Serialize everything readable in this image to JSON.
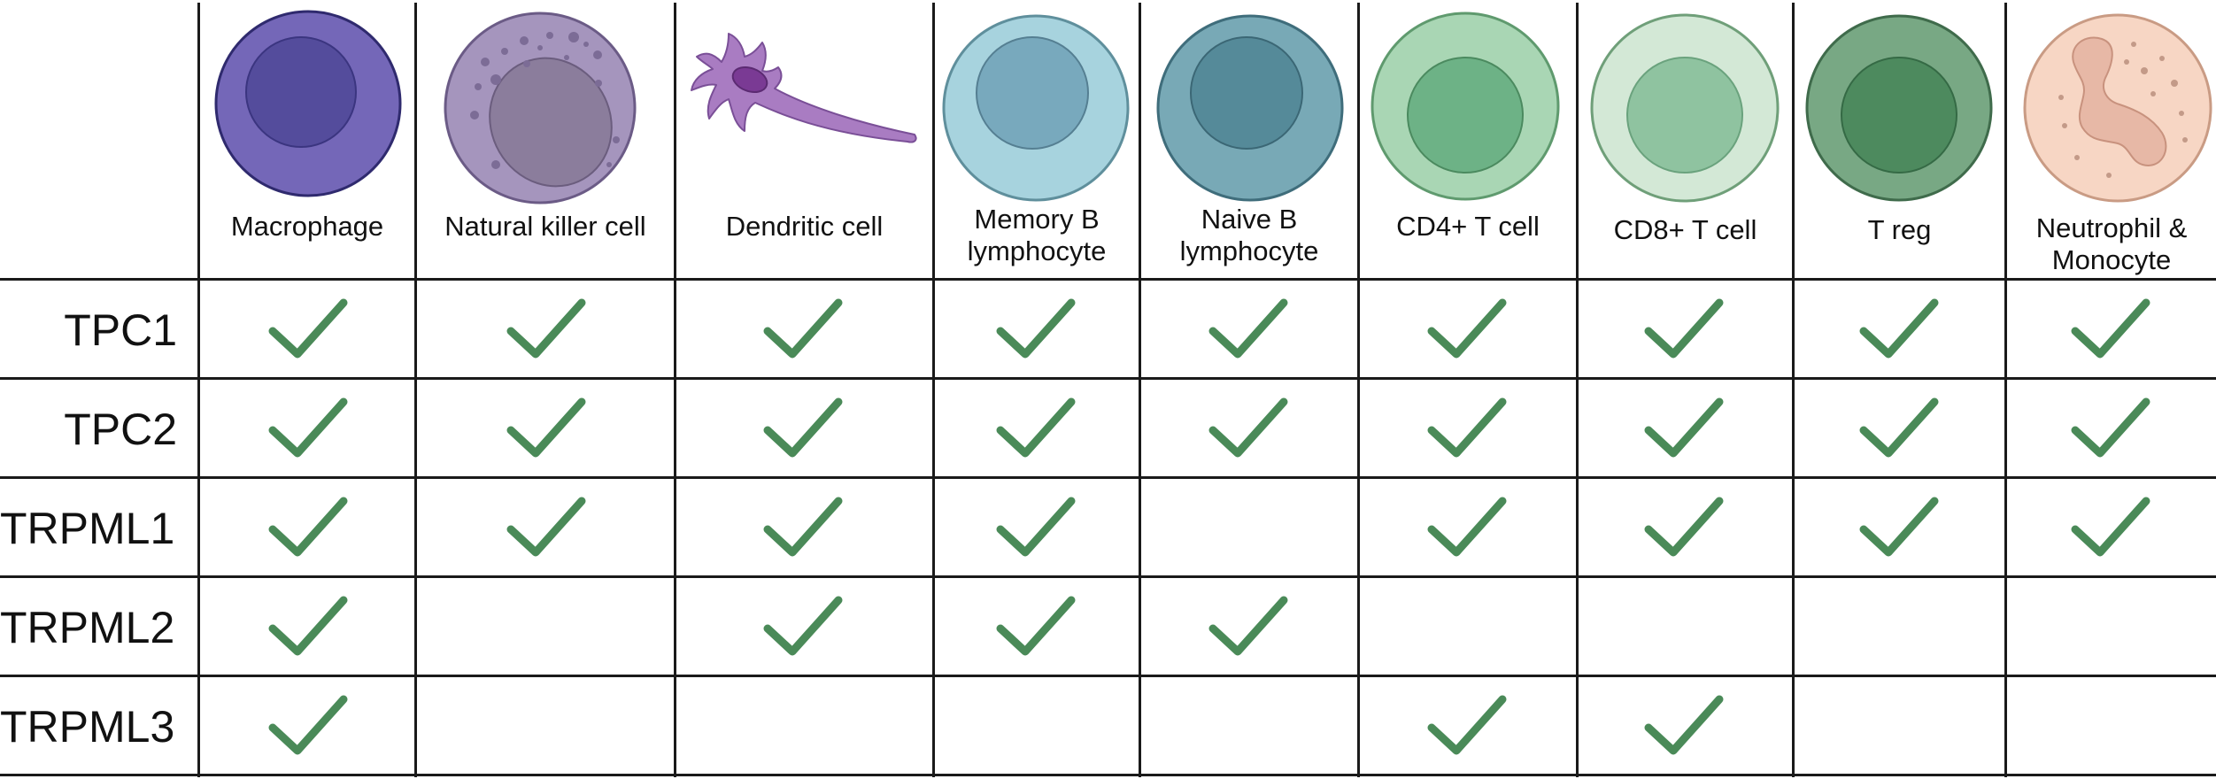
{
  "table": {
    "columns": [
      "Macrophage",
      "Natural killer cell",
      "Dendritic cell",
      "Memory B lymphocyte",
      "Naive B lymphocyte",
      "CD4+ T cell",
      "CD8+ T cell",
      "T reg",
      "Neutrophil & Monocyte"
    ],
    "column_label_lines": [
      [
        "Macrophage"
      ],
      [
        "Natural killer cell"
      ],
      [
        "Dendritic cell"
      ],
      [
        "Memory B",
        "lymphocyte"
      ],
      [
        "Naive B",
        "lymphocyte"
      ],
      [
        "CD4+ T cell"
      ],
      [
        "CD8+ T cell"
      ],
      [
        "T reg"
      ],
      [
        "Neutrophil &",
        "Monocyte"
      ]
    ],
    "rows": [
      {
        "label": "TPC1",
        "expressed": [
          true,
          true,
          true,
          true,
          true,
          true,
          true,
          true,
          true
        ]
      },
      {
        "label": "TPC2",
        "expressed": [
          true,
          true,
          true,
          true,
          true,
          true,
          true,
          true,
          true
        ]
      },
      {
        "label": "TRPML1",
        "expressed": [
          true,
          true,
          true,
          true,
          false,
          true,
          true,
          true,
          true
        ]
      },
      {
        "label": "TRPML2",
        "expressed": [
          true,
          false,
          true,
          true,
          true,
          false,
          false,
          false,
          false
        ]
      },
      {
        "label": "TRPML3",
        "expressed": [
          true,
          false,
          false,
          false,
          false,
          true,
          true,
          false,
          false
        ]
      }
    ]
  },
  "icons": {
    "check": "check-mark-icon",
    "cells": [
      "macrophage-cell-icon",
      "natural-killer-cell-icon",
      "dendritic-cell-icon",
      "memory-b-lymphocyte-icon",
      "naive-b-lymphocyte-icon",
      "cd4-t-cell-icon",
      "cd8-t-cell-icon",
      "t-reg-cell-icon",
      "neutrophil-monocyte-icon"
    ]
  },
  "colors": {
    "check": "#4a8a58",
    "grid": "#1a1a1a",
    "macrophage": "#7467b8",
    "nk": "#a595bd",
    "dendritic": "#a97cc2",
    "memory_b": "#a7d3de",
    "naive_b": "#78a9b6",
    "cd4": "#a9d6b4",
    "cd8": "#d3e8d6",
    "treg": "#78a884",
    "neutrophil": "#f7d6c4"
  }
}
